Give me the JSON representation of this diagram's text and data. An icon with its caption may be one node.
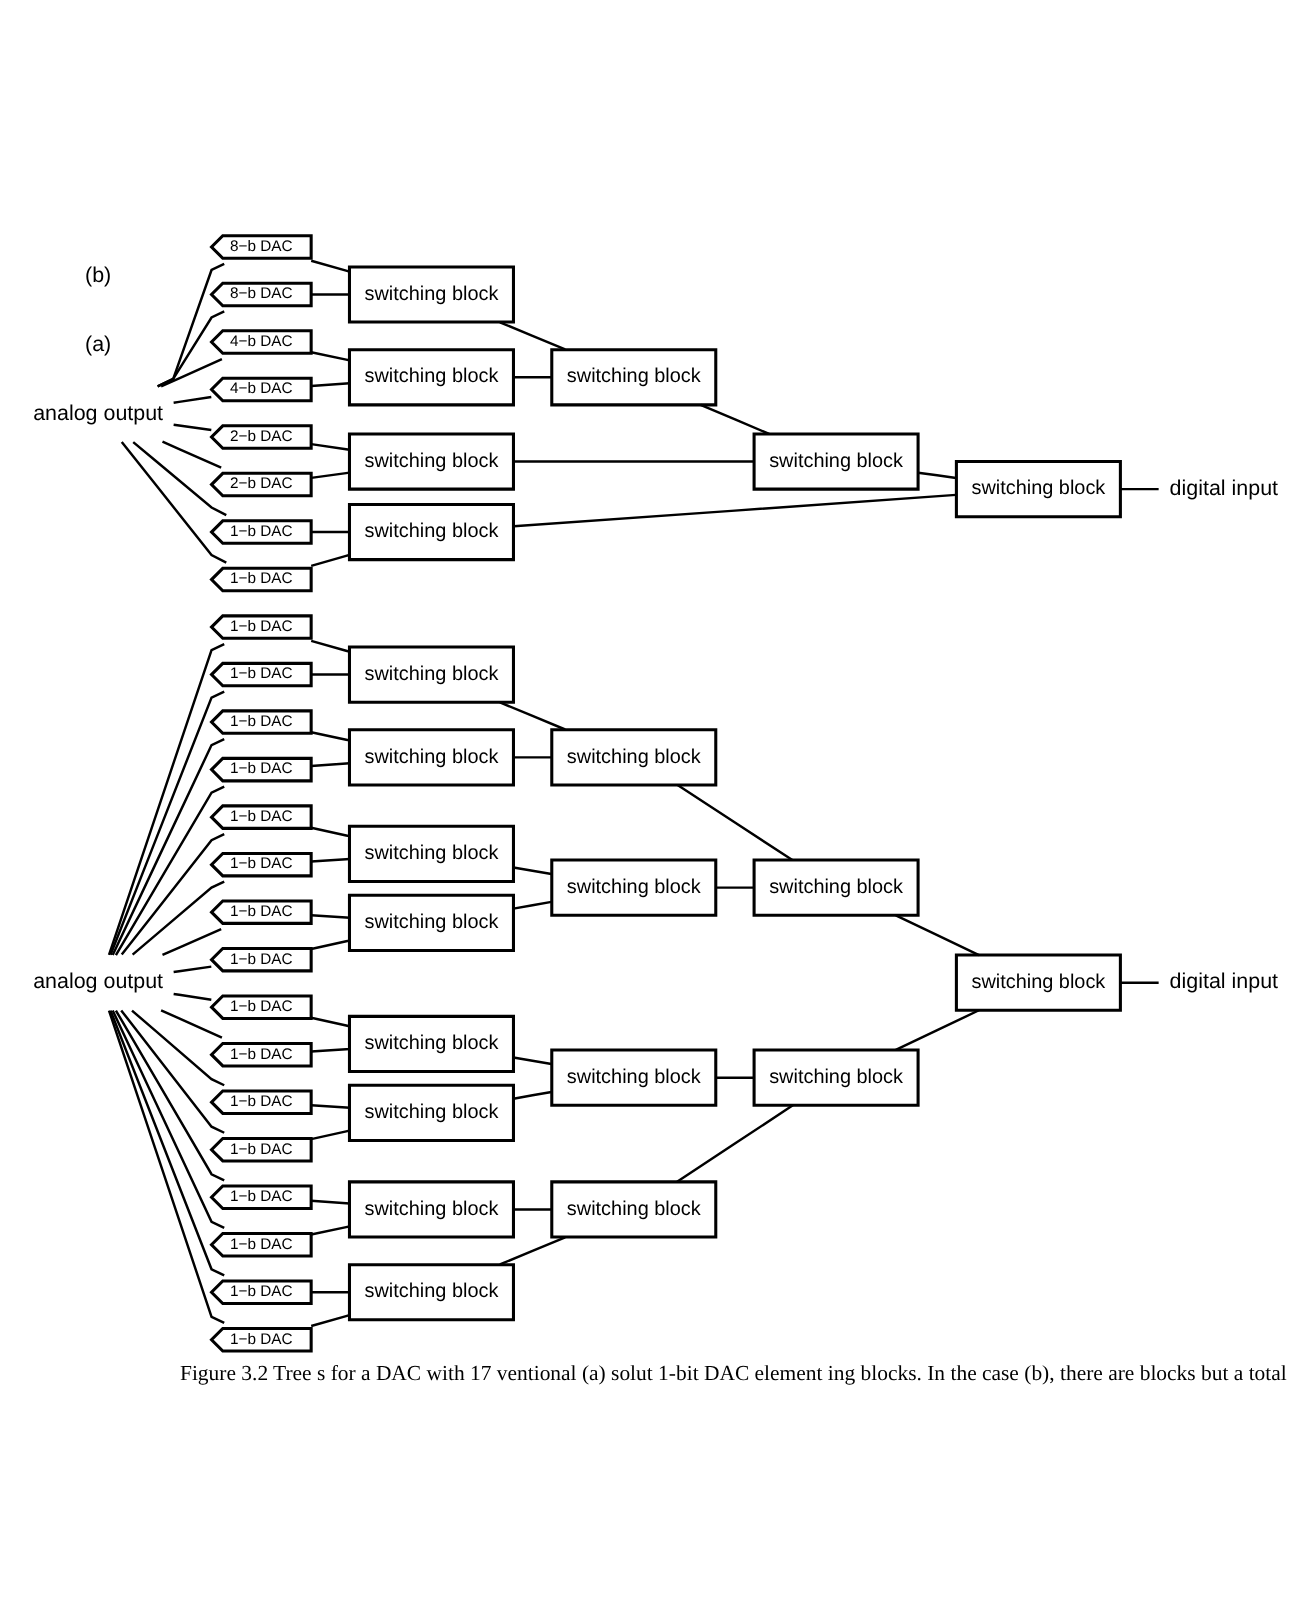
{
  "diagram": {
    "caption": "Figure 3.2 Tree s for a DAC with 17 ventional (a) solut 1-bit DAC element ing blocks. In the case (b), there are blocks but a total",
    "nodes": [
      {
        "text": [
          "analog output"
        ]
      },
      {
        "text": [
          "1−b DAC"
        ]
      },
      {
        "text": [
          "1−b DAC"
        ]
      },
      {
        "text": [
          "1−b DAC"
        ]
      },
      {
        "text": [
          "1−b DAC"
        ]
      },
      {
        "text": [
          "1−b DAC"
        ]
      },
      {
        "text": [
          "1−b DAC"
        ]
      },
      {
        "text": [
          "1−b DAC"
        ]
      },
      {
        "text": [
          "1−b DAC"
        ]
      },
      {
        "text": [
          "1−b DAC"
        ]
      },
      {
        "text": [
          "1−b DAC"
        ]
      },
      {
        "text": [
          "1−b DAC"
        ]
      },
      {
        "text": [
          "1−b DAC"
        ]
      },
      {
        "text": [
          "1−b DAC"
        ]
      },
      {
        "text": [
          "1−b DAC"
        ]
      },
      {
        "text": [
          "1−b DAC"
        ]
      },
      {
        "text": [
          "1−b DAC"
        ]
      },
      {
        "text": [
          "switching block"
        ]
      },
      {
        "text": [
          "switching block"
        ]
      },
      {
        "text": [
          "switching block"
        ]
      },
      {
        "text": [
          "switching block"
        ]
      },
      {
        "text": [
          "switching block"
        ]
      },
      {
        "text": [
          "switching block"
        ]
      },
      {
        "text": [
          "switching block"
        ]
      },
      {
        "text": [
          "switching block"
        ]
      },
      {
        "text": [
          "switching block"
        ]
      },
      {
        "text": [
          "switching block"
        ]
      },
      {
        "text": [
          "switching block"
        ]
      },
      {
        "text": [
          "switching block"
        ]
      },
      {
        "text": [
          "switching block"
        ]
      },
      {
        "text": [
          "switching block"
        ]
      },
      {
        "text": [
          "switching block"
        ]
      },
      {
        "text": [
          "digital input"
        ]
      },
      {
        "text": [
          "analog output"
        ]
      },
      {
        "text": [
          "8−b DAC"
        ]
      },
      {
        "text": [
          "8−b DAC"
        ]
      },
      {
        "text": [
          "4−b DAC"
        ]
      },
      {
        "text": [
          "4−b DAC"
        ]
      },
      {
        "text": [
          "2−b DAC"
        ]
      },
      {
        "text": [
          "2−b DAC"
        ]
      },
      {
        "text": [
          "1−b DAC"
        ]
      },
      {
        "text": [
          "1−b DAC"
        ]
      },
      {
        "text": [
          "switching block"
        ]
      },
      {
        "text": [
          "switching block"
        ]
      },
      {
        "text": [
          "switching block"
        ]
      },
      {
        "text": [
          "switching block"
        ]
      },
      {
        "text": [
          "switching block"
        ]
      },
      {
        "text": [
          "switching block"
        ]
      },
      {
        "text": [
          "switching block"
        ]
      },
      {
        "text": [
          "digital input"
        ]
      }
    ],
    "edges": [
      {
        "from": 0,
        "to": 1,
        "arrow": "none"
      },
      {
        "from": 0,
        "to": 2,
        "arrow": "none"
      },
      {
        "from": 0,
        "to": 3,
        "arrow": "none"
      },
      {
        "from": 0,
        "to": 4,
        "arrow": "none"
      },
      {
        "from": 0,
        "to": 5,
        "arrow": "none"
      },
      {
        "from": 0,
        "to": 6,
        "arrow": "none"
      },
      {
        "from": 0,
        "to": 7,
        "arrow": "none"
      },
      {
        "from": 0,
        "to": 8,
        "arrow": "none"
      },
      {
        "from": 0,
        "to": 9,
        "arrow": "none"
      },
      {
        "from": 0,
        "to": 10,
        "arrow": "none"
      },
      {
        "from": 0,
        "to": 11,
        "arrow": "none"
      },
      {
        "from": 0,
        "to": 12,
        "arrow": "none"
      },
      {
        "from": 0,
        "to": 13,
        "arrow": "none"
      },
      {
        "from": 0,
        "to": 14,
        "arrow": "none"
      },
      {
        "from": 0,
        "to": 15,
        "arrow": "none"
      },
      {
        "from": 0,
        "to": 16,
        "arrow": "none"
      },
      {
        "from": 1,
        "to": 17,
        "arrow": "none"
      },
      {
        "from": 2,
        "to": 17,
        "arrow": "none"
      },
      {
        "from": 3,
        "to": 18,
        "arrow": "none"
      },
      {
        "from": 4,
        "to": 18,
        "arrow": "none"
      },
      {
        "from": 5,
        "to": 19,
        "arrow": "none"
      },
      {
        "from": 6,
        "to": 19,
        "arrow": "none"
      },
      {
        "from": 7,
        "to": 20,
        "arrow": "none"
      },
      {
        "from": 8,
        "to": 20,
        "arrow": "none"
      },
      {
        "from": 9,
        "to": 21,
        "arrow": "none"
      },
      {
        "from": 10,
        "to": 21,
        "arrow": "none"
      },
      {
        "from": 11,
        "to": 22,
        "arrow": "none"
      },
      {
        "from": 12,
        "to": 22,
        "arrow": "none"
      },
      {
        "from": 13,
        "to": 23,
        "arrow": "none"
      },
      {
        "from": 14,
        "to": 23,
        "arrow": "none"
      },
      {
        "from": 15,
        "to": 24,
        "arrow": "none"
      },
      {
        "from": 16,
        "to": 24,
        "arrow": "none"
      },
      {
        "from": 17,
        "to": 25,
        "arrow": "none"
      },
      {
        "from": 18,
        "to": 25,
        "arrow": "none"
      },
      {
        "from": 19,
        "to": 26,
        "arrow": "none"
      },
      {
        "from": 20,
        "to": 26,
        "arrow": "none"
      },
      {
        "from": 21,
        "to": 27,
        "arrow": "none"
      },
      {
        "from": 22,
        "to": 27,
        "arrow": "none"
      },
      {
        "from": 23,
        "to": 28,
        "arrow": "none"
      },
      {
        "from": 24,
        "to": 28,
        "arrow": "none"
      },
      {
        "from": 25,
        "to": 29,
        "arrow": "none"
      },
      {
        "from": 26,
        "to": 29,
        "arrow": "none"
      },
      {
        "from": 27,
        "to": 30,
        "arrow": "none"
      },
      {
        "from": 28,
        "to": 30,
        "arrow": "none"
      },
      {
        "from": 29,
        "to": 31,
        "arrow": "none"
      },
      {
        "from": 30,
        "to": 31,
        "arrow": "none"
      },
      {
        "from": 31,
        "to": 32,
        "arrow": "none"
      },
      {
        "from": 33,
        "to": 34,
        "arrow": "none"
      },
      {
        "from": 33,
        "to": 35,
        "arrow": "none"
      },
      {
        "from": 33,
        "to": 36,
        "arrow": "none"
      },
      {
        "from": 33,
        "to": 37,
        "arrow": "none"
      },
      {
        "from": 33,
        "to": 38,
        "arrow": "none"
      },
      {
        "from": 33,
        "to": 39,
        "arrow": "none"
      },
      {
        "from": 33,
        "to": 40,
        "arrow": "none"
      },
      {
        "from": 33,
        "to": 41,
        "arrow": "none"
      },
      {
        "from": 34,
        "to": 42,
        "arrow": "none"
      },
      {
        "from": 35,
        "to": 42,
        "arrow": "none"
      },
      {
        "from": 36,
        "to": 43,
        "arrow": "none"
      },
      {
        "from": 37,
        "to": 43,
        "arrow": "none"
      },
      {
        "from": 38,
        "to": 44,
        "arrow": "none"
      },
      {
        "from": 39,
        "to": 44,
        "arrow": "none"
      },
      {
        "from": 40,
        "to": 45,
        "arrow": "none"
      },
      {
        "from": 41,
        "to": 45,
        "arrow": "none"
      },
      {
        "from": 42,
        "to": 46,
        "arrow": "none"
      },
      {
        "from": 43,
        "to": 46,
        "arrow": "none"
      },
      {
        "from": 46,
        "to": 47,
        "arrow": "none"
      },
      {
        "from": 44,
        "to": 47,
        "arrow": "none"
      },
      {
        "from": 47,
        "to": 48,
        "arrow": "none"
      },
      {
        "from": 45,
        "to": 48,
        "arrow": "none"
      },
      {
        "from": 48,
        "to": 49,
        "arrow": "none"
      }
    ],
    "labels": [
      "(a)",
      "(b)"
    ]
  }
}
